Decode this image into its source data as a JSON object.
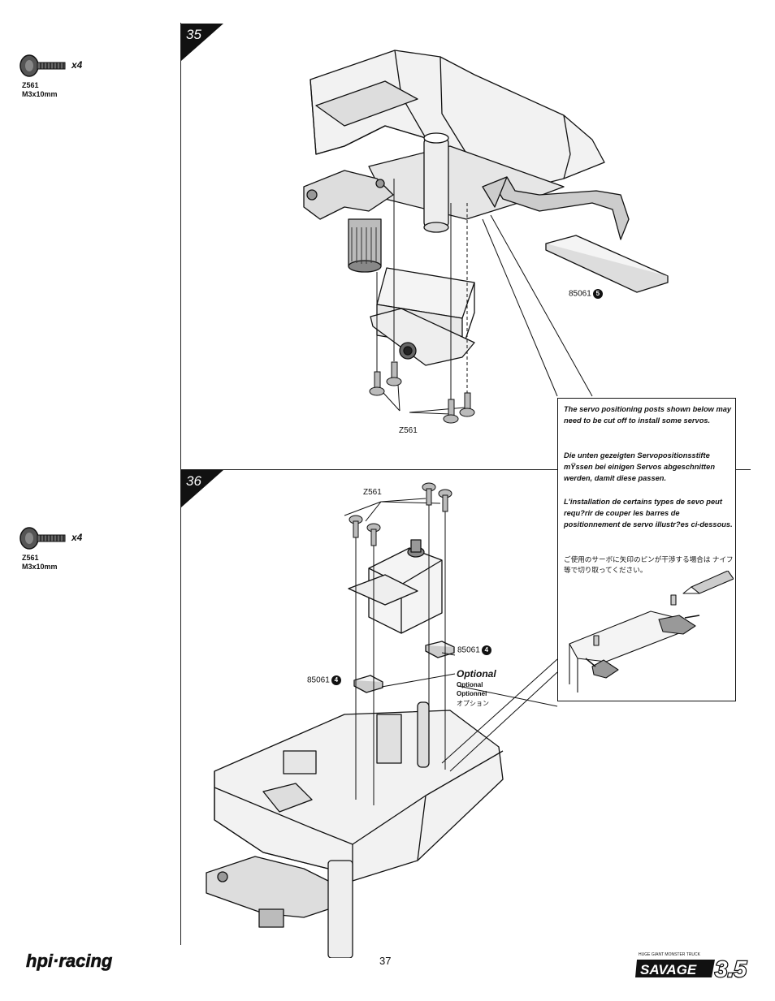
{
  "steps": [
    {
      "number": "35"
    },
    {
      "number": "36"
    }
  ],
  "parts": {
    "step35": {
      "qty": "x4",
      "code": "Z561",
      "size": "M3x10mm"
    },
    "step36": {
      "qty": "x4",
      "code": "Z561",
      "size": "M3x10mm"
    }
  },
  "labels": {
    "z561_step35": "Z561",
    "z561_step36": "Z561",
    "part_85061_5": "85061",
    "part_85061_5_num": "5",
    "part_85061_4_right": "85061",
    "part_85061_4_right_num": "4",
    "part_85061_4_left": "85061",
    "part_85061_4_left_num": "4",
    "optional_en": "Optional",
    "optional_de": "Optional",
    "optional_fr": "Optionnel",
    "optional_jp": "オプション"
  },
  "note": {
    "en": "The servo positioning posts shown below may need to be cut off to install some servos.",
    "de": "Die unten gezeigten Servopositionsstifte mŸssen bei einigen Servos abgeschnitten werden, damit diese passen.",
    "fr": "L'installation de certains types de sevo peut requ?rir de couper les barres de positionnement de servo illustr?es ci-dessous.",
    "jp": "ご使用のサーボに矢印のピンが干渉する場合は ナイフ等で切り取ってください。"
  },
  "footer": {
    "page_number": "37",
    "brand": "hpi·racing",
    "product_small": "HUGE GIANT MONSTER TRUCK",
    "product": "SAVAGE",
    "product_version": "3.5"
  }
}
